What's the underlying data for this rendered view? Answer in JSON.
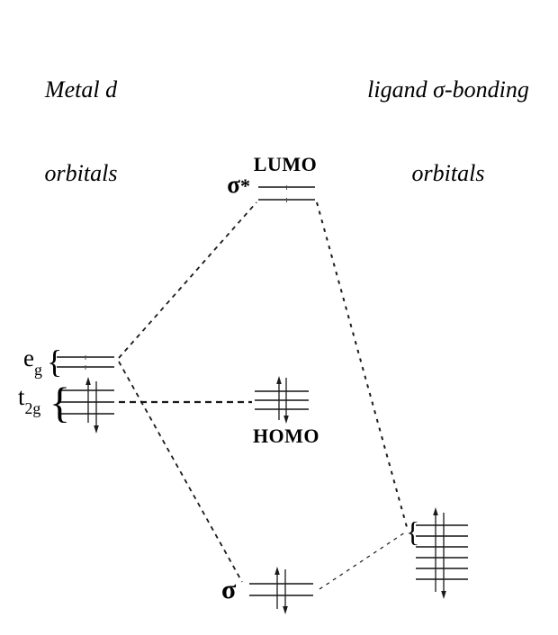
{
  "titles": {
    "left": {
      "line1": "Metal d",
      "line2": "orbitals"
    },
    "right": {
      "line1": "ligand σ-bonding",
      "line2": "orbitals"
    }
  },
  "annotations": {
    "lumo": "LUMO",
    "homo": "HOMO"
  },
  "level_labels": {
    "sigma_star_base": "σ",
    "sigma_star_mark": "*",
    "sigma": "σ",
    "eg": {
      "base": "e",
      "sub": "g"
    },
    "t2g": {
      "base": "t",
      "sub": "2g"
    }
  },
  "glyphs": {
    "brace": "{"
  },
  "colors": {
    "text": "#000000",
    "level_line": "#4d4d4d",
    "connector": "#1a1a1a",
    "background": "#ffffff"
  },
  "diagram": {
    "type": "molecular-orbital-energy-diagram",
    "groups": [
      {
        "id": "sigma-star-antibonding",
        "label": "σ*",
        "annotation": "LUMO",
        "orbital_lines": 2,
        "electron_arrows": []
      },
      {
        "id": "metal-eg",
        "label": "eg",
        "annotation": "",
        "orbital_lines": 2,
        "electron_arrows": []
      },
      {
        "id": "metal-t2g",
        "label": "t2g",
        "annotation": "",
        "orbital_lines": 3,
        "electron_arrows": [
          "up",
          "down"
        ]
      },
      {
        "id": "nonbonding-homo",
        "label": "",
        "annotation": "HOMO",
        "orbital_lines": 3,
        "electron_arrows": [
          "up",
          "down"
        ]
      },
      {
        "id": "sigma-bonding",
        "label": "σ",
        "annotation": "",
        "orbital_lines": 2,
        "electron_arrows": [
          "up",
          "down"
        ]
      },
      {
        "id": "ligand-sigma-set",
        "label": "",
        "annotation": "",
        "orbital_lines": 6,
        "electron_arrows": [
          "up",
          "down"
        ]
      }
    ],
    "connections": [
      {
        "from": "metal-eg",
        "to": "sigma-star-antibonding",
        "style": "dashed"
      },
      {
        "from": "sigma-star-antibonding",
        "to": "ligand-sigma-set",
        "style": "dashed"
      },
      {
        "from": "metal-eg",
        "to": "sigma-bonding",
        "style": "dashed"
      },
      {
        "from": "metal-t2g",
        "to": "nonbonding-homo",
        "style": "dashed"
      },
      {
        "from": "sigma-bonding",
        "to": "ligand-sigma-set",
        "style": "dashed"
      }
    ]
  }
}
